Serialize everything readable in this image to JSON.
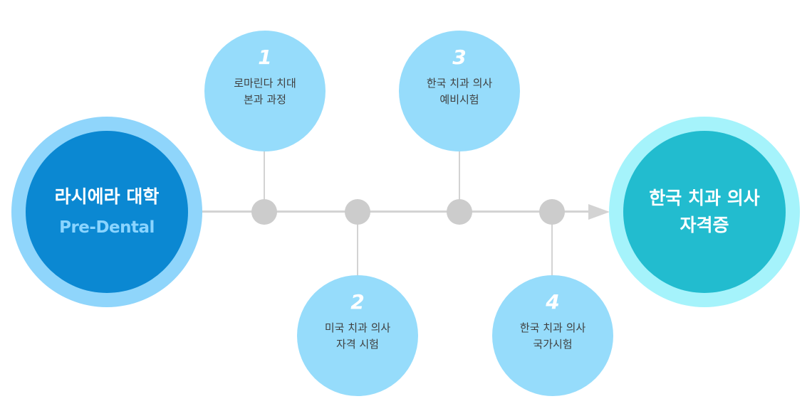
{
  "start": {
    "title": "라시에라 대학",
    "subtitle": "Pre-Dental"
  },
  "steps": [
    {
      "number": "1",
      "text": "로마린다 치대\n본과 과정"
    },
    {
      "number": "2",
      "text": "미국 치과 의사\n자격 시험"
    },
    {
      "number": "3",
      "text": "한국 치과 의사\n예비시험"
    },
    {
      "number": "4",
      "text": "한국 치과 의사\n국가시험"
    }
  ],
  "goal": {
    "title": "한국 치과 의사\n자격증"
  },
  "colors": {
    "start_ring": "#8fd5fb",
    "start_core": "#0b88d2",
    "start_sub": "#8ad4ff",
    "step": "#96dcfb",
    "goal_ring": "#a5f3fb",
    "goal_core": "#22bccf",
    "line": "#d3d3d3",
    "dot": "#cccccc"
  }
}
